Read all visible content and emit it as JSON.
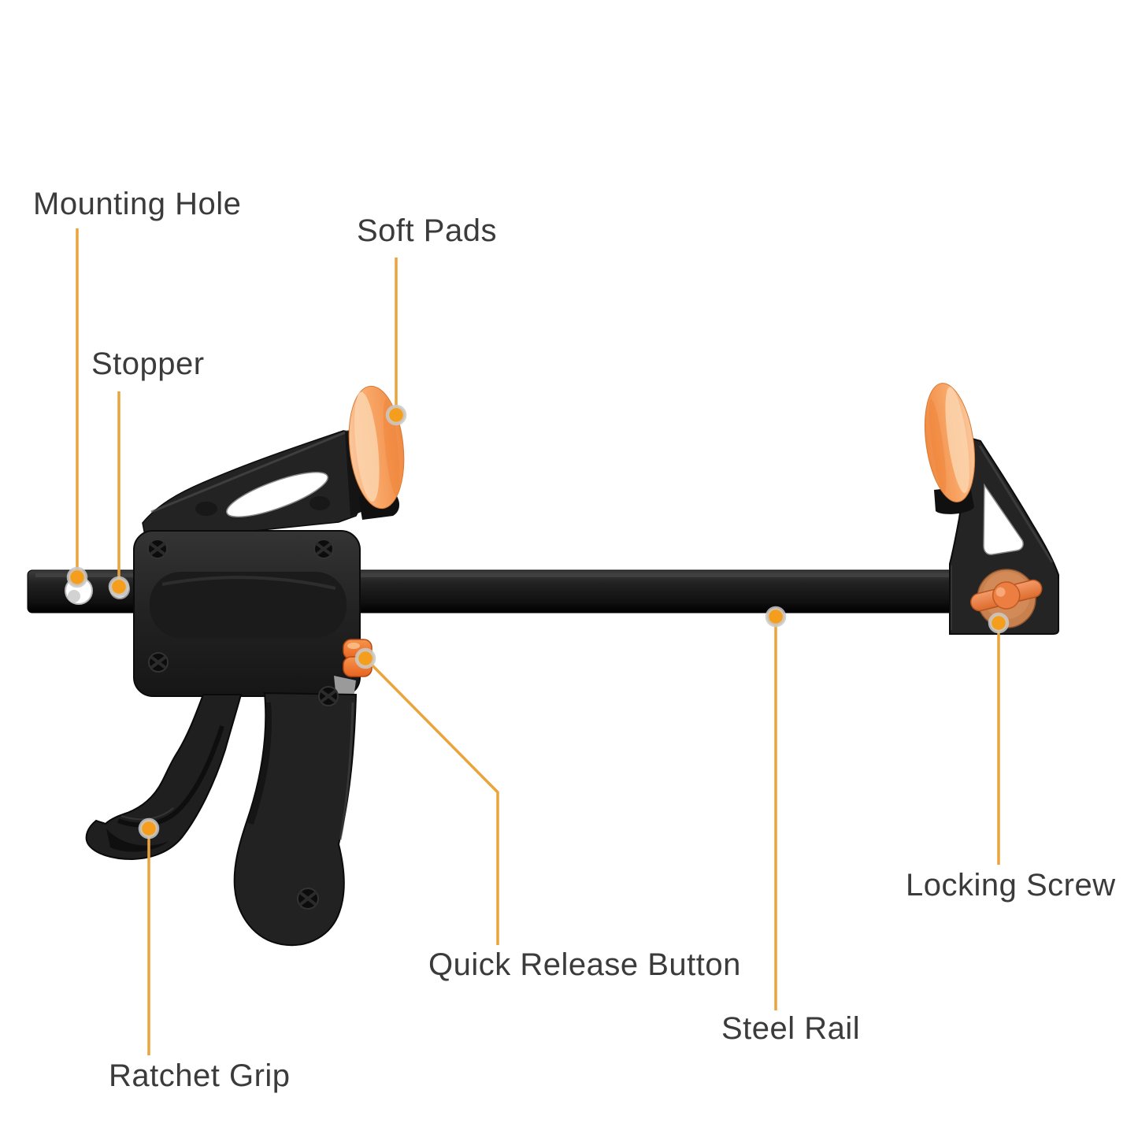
{
  "diagram": {
    "type": "labeled-product-diagram",
    "background": "#ffffff"
  },
  "labels": [
    {
      "id": "mounting-hole",
      "text": "Mounting Hole"
    },
    {
      "id": "stopper",
      "text": "Stopper"
    },
    {
      "id": "soft-pads",
      "text": "Soft Pads"
    },
    {
      "id": "quick-release-button",
      "text": "Quick Release Button"
    },
    {
      "id": "ratchet-grip",
      "text": "Ratchet Grip"
    },
    {
      "id": "steel-rail",
      "text": "Steel Rail"
    },
    {
      "id": "locking-screw",
      "text": "Locking Screw"
    }
  ],
  "colors": {
    "label_text": "#3b3b3b",
    "leader_line": "#EBA33C",
    "callout_dot": "#F59E1E",
    "callout_dot_ring": "#C9C9C9",
    "tool_black": "#1f1f1f",
    "pad_orange": "#F79D5A",
    "pad_orange_light": "#FBC398",
    "quick_release_button_orange": "#EE6F28",
    "locking_screw_orange": "#DD7E46",
    "locking_screw_base": "#C8804F"
  }
}
